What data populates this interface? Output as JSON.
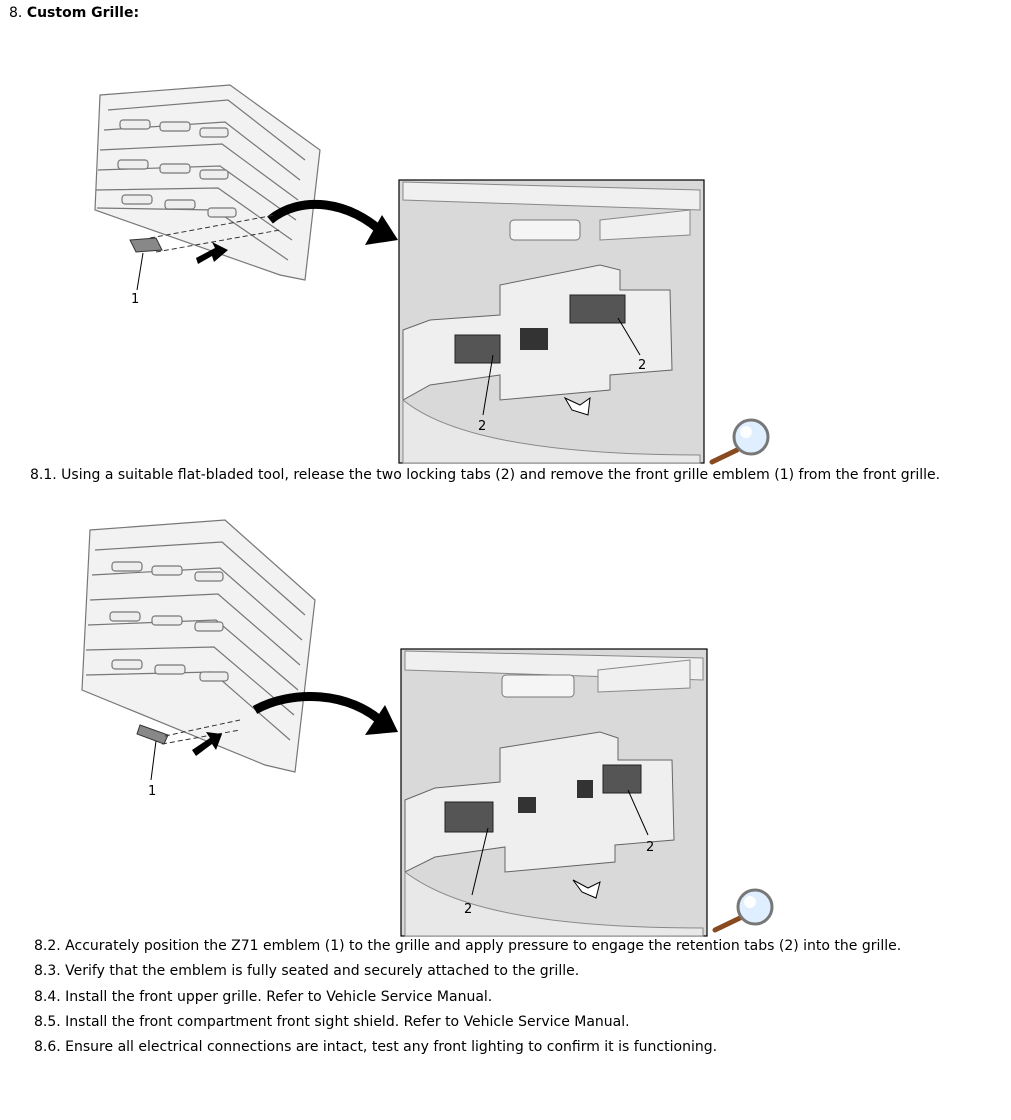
{
  "heading": {
    "number": "8.",
    "title": "Custom Grille:"
  },
  "figures": [
    {
      "callout_emblem": "1",
      "callout_tab_left": "2",
      "callout_tab_right": "2",
      "zoom_icon": "magnifier-icon"
    },
    {
      "callout_emblem": "1",
      "callout_tab_left": "2",
      "callout_tab_right": "2",
      "zoom_icon": "magnifier-icon"
    }
  ],
  "steps": [
    {
      "number": "8.1.",
      "text": "Using a suitable flat-bladed tool, release the two locking tabs (2) and remove the front grille emblem (1) from the front grille."
    },
    {
      "number": "8.2.",
      "text": "Accurately position the Z71 emblem (1) to the grille and apply pressure to engage the retention tabs (2) into the grille."
    },
    {
      "number": "8.3.",
      "text": "Verify that the emblem is fully seated and securely attached to the grille."
    },
    {
      "number": "8.4.",
      "text": "Install the front upper grille. Refer to Vehicle Service Manual."
    },
    {
      "number": "8.5.",
      "text": "Install the front compartment front sight shield. Refer to Vehicle Service Manual."
    },
    {
      "number": "8.6.",
      "text": "Ensure all electrical connections are intact, test any front lighting to confirm it is functioning."
    }
  ]
}
